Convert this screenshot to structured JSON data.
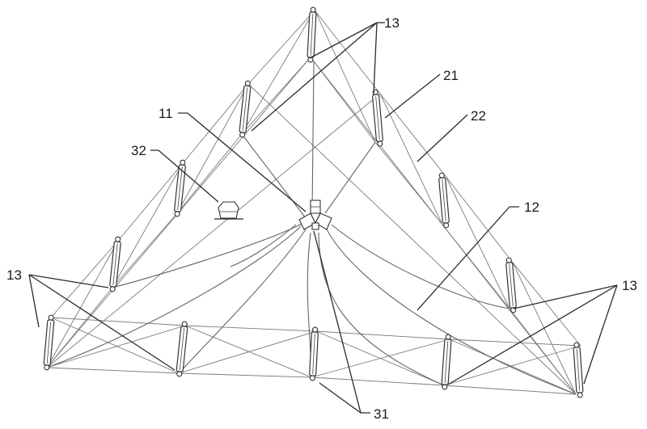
{
  "labels": {
    "l13_top": "13",
    "l21": "21",
    "l22": "22",
    "l11": "11",
    "l32": "32",
    "l12": "12",
    "l13_left": "13",
    "l13_right": "13",
    "l31": "31"
  }
}
